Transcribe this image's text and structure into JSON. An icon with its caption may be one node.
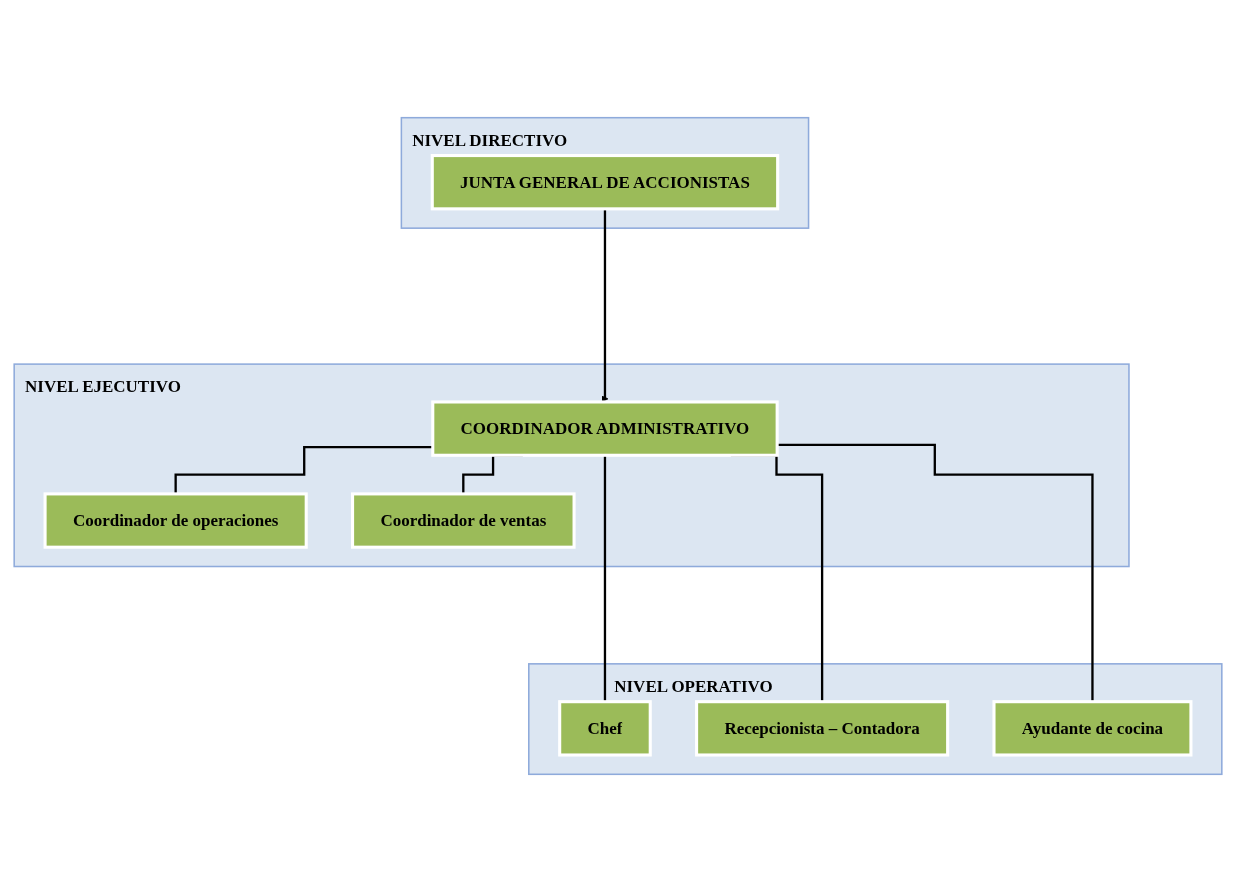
{
  "diagram": {
    "nodes": [
      {
        "text": [
          "NIVEL DIRECTIVO"
        ]
      },
      {
        "text": [
          "JUNTA GENERAL DE ACCIONISTAS"
        ],
        "in": 0
      },
      {
        "text": [
          "NIVEL EJECUTIVO"
        ]
      },
      {
        "text": [
          "COORDINADOR ADMINISTRATIVO"
        ],
        "in": 2
      },
      {
        "text": [
          "Coordinador de operaciones"
        ],
        "in": 2
      },
      {
        "text": [
          "Coordinador de ventas"
        ],
        "in": 2
      },
      {
        "text": [
          "NIVEL OPERATIVO"
        ]
      },
      {
        "text": [
          "Chef"
        ],
        "in": 6
      },
      {
        "text": [
          "Recepcionista – Contadora"
        ],
        "in": 6
      },
      {
        "text": [
          "Ayudante de cocina"
        ],
        "in": 6
      }
    ],
    "edges": [
      {
        "from": 1,
        "to": 3,
        "arrow": "to"
      },
      {
        "from": 3,
        "to": 4,
        "arrow": "none"
      },
      {
        "from": 3,
        "to": 5,
        "arrow": "none"
      },
      {
        "from": 3,
        "to": 7,
        "arrow": "none"
      },
      {
        "from": 3,
        "to": 8,
        "arrow": "none"
      },
      {
        "from": 3,
        "to": 9,
        "arrow": "none"
      }
    ]
  }
}
